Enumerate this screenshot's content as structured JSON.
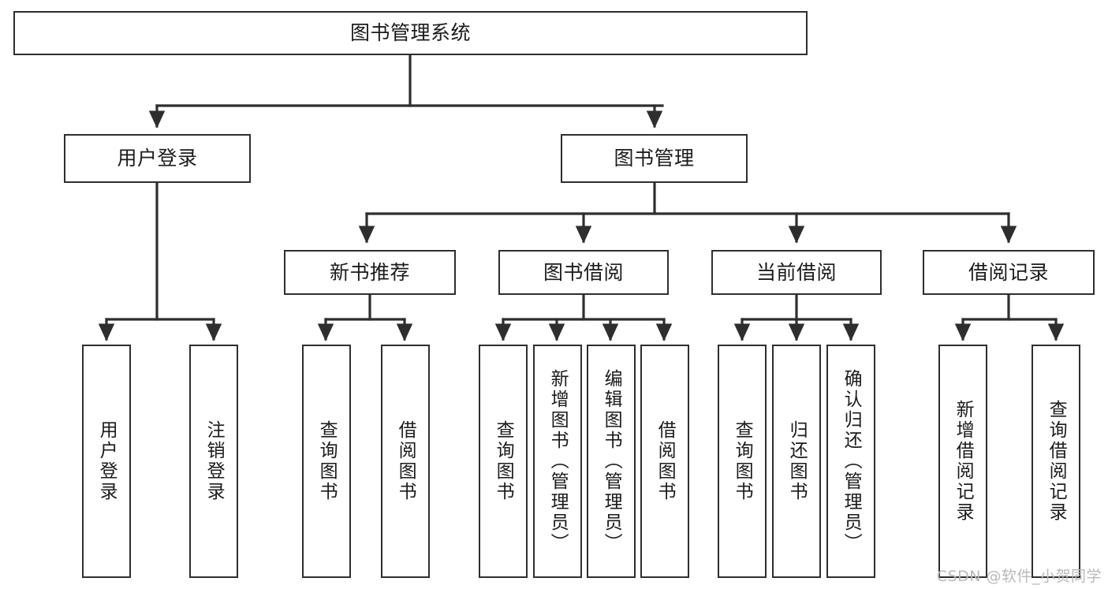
{
  "diagram": {
    "title": "图书管理系统",
    "watermark": "CSDN @软件_小贺同学",
    "style": {
      "stroke": "#2e2e2e",
      "fill": "#ffffff",
      "text": "#1b1b1b",
      "watermark_color": "#b9b9b9"
    },
    "levels": {
      "root": "图书管理系统",
      "level2": [
        "用户登录",
        "图书管理"
      ],
      "level3": [
        "新书推荐",
        "图书借阅",
        "当前借阅",
        "借阅记录"
      ],
      "leaves": [
        "用户登录",
        "注销登录",
        "查询图书",
        "借阅图书",
        "查询图书",
        "新增图书（管理员）",
        "编辑图书（管理员）",
        "借阅图书",
        "查询图书",
        "归还图书",
        "确认归还（管理员）",
        "新增借阅记录",
        "查询借阅记录"
      ]
    },
    "nodes": {
      "root": {
        "label": "图书管理系统"
      },
      "user_login": {
        "label": "用户登录"
      },
      "book_manage": {
        "label": "图书管理"
      },
      "new_book_rec": {
        "label": "新书推荐"
      },
      "book_borrow": {
        "label": "图书借阅"
      },
      "current_borrow": {
        "label": "当前借阅"
      },
      "borrow_record": {
        "label": "借阅记录"
      },
      "leaf_user_login": {
        "label": "用户登录"
      },
      "leaf_logout": {
        "label": "注销登录"
      },
      "leaf_query_book_1": {
        "label": "查询图书"
      },
      "leaf_borrow_book_1": {
        "label": "借阅图书"
      },
      "leaf_query_book_2": {
        "label": "查询图书"
      },
      "leaf_add_book": {
        "label": "新增图书（管理员）"
      },
      "leaf_edit_book": {
        "label": "编辑图书（管理员）"
      },
      "leaf_borrow_book_2": {
        "label": "借阅图书"
      },
      "leaf_query_book_3": {
        "label": "查询图书"
      },
      "leaf_return_book": {
        "label": "归还图书"
      },
      "leaf_confirm_return": {
        "label": "确认归还（管理员）"
      },
      "leaf_add_record": {
        "label": "新增借阅记录"
      },
      "leaf_query_record": {
        "label": "查询借阅记录"
      }
    }
  },
  "chart_data": {
    "type": "table",
    "title": "图书管理系统 — 功能结构图",
    "tree": {
      "name": "图书管理系统",
      "children": [
        {
          "name": "用户登录",
          "children": [
            {
              "name": "用户登录"
            },
            {
              "name": "注销登录"
            }
          ]
        },
        {
          "name": "图书管理",
          "children": [
            {
              "name": "新书推荐",
              "children": [
                {
                  "name": "查询图书"
                },
                {
                  "name": "借阅图书"
                }
              ]
            },
            {
              "name": "图书借阅",
              "children": [
                {
                  "name": "查询图书"
                },
                {
                  "name": "新增图书（管理员）"
                },
                {
                  "name": "编辑图书（管理员）"
                },
                {
                  "name": "借阅图书"
                }
              ]
            },
            {
              "name": "当前借阅",
              "children": [
                {
                  "name": "查询图书"
                },
                {
                  "name": "归还图书"
                },
                {
                  "name": "确认归还（管理员）"
                }
              ]
            },
            {
              "name": "借阅记录",
              "children": [
                {
                  "name": "新增借阅记录"
                },
                {
                  "name": "查询借阅记录"
                }
              ]
            }
          ]
        }
      ]
    }
  }
}
